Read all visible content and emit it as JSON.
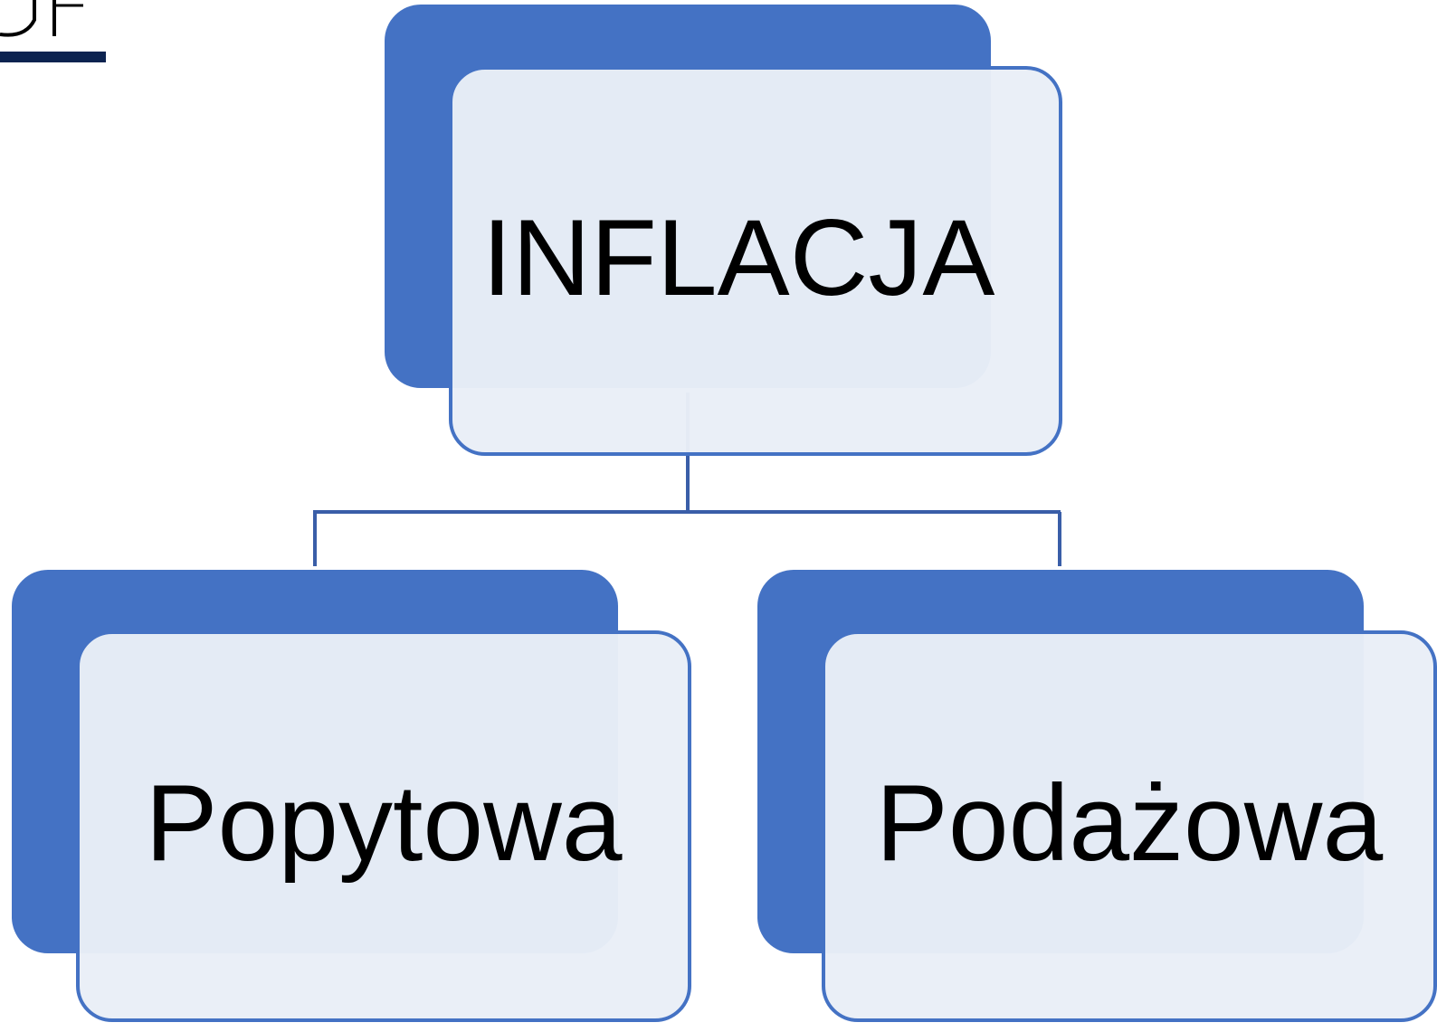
{
  "diagram": {
    "type": "hierarchy",
    "colors": {
      "primary": "#4472c4",
      "card_fill": "#e9eef7",
      "connector": "#3a5ea8",
      "logo_bar": "#0c2350",
      "text": "#000000"
    },
    "root": {
      "label": "INFLACJA"
    },
    "children": [
      {
        "label": "Popytowa"
      },
      {
        "label": "Podażowa"
      }
    ]
  }
}
